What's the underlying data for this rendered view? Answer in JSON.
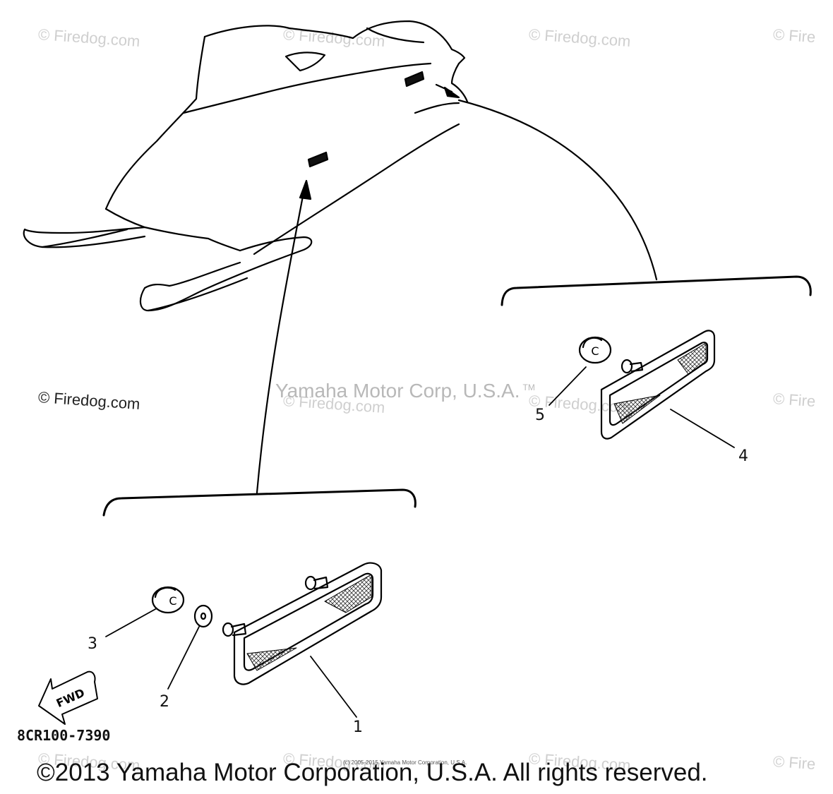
{
  "watermarks": {
    "site": "© Firedog.com",
    "site_short": "© Fire",
    "center": "Yamaha Motor Corp, U.S.A.",
    "trademark": "TM"
  },
  "callouts": [
    "1",
    "2",
    "3",
    "4",
    "5"
  ],
  "fwd_label": "FWD",
  "cap_letter": "C",
  "part_code": "8CR100-7390",
  "copyright": "©2013 Yamaha Motor Corporation, U.S.A. All rights reserved.",
  "tiny_copyright": "(c) 2005-2015 Yamaha Motor Corporation, U.S.A."
}
